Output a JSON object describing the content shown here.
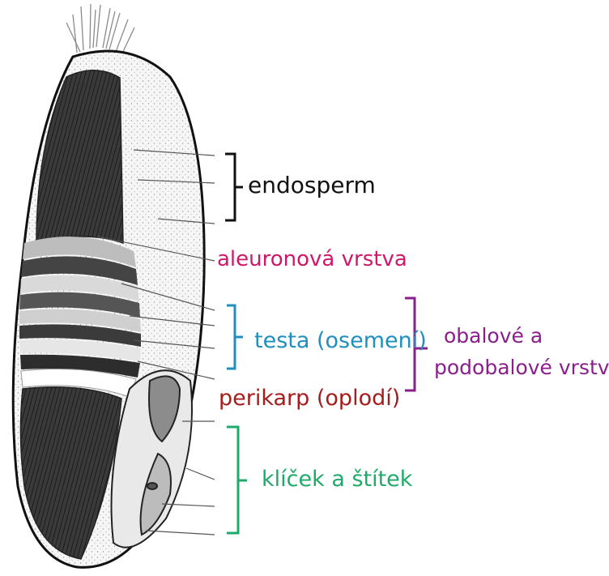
{
  "labels": {
    "endosperm": "endosperm",
    "aleuron": "aleuronová vrstva",
    "testa": "testa (osemení)",
    "perikarp": "perikarp (oplodí)",
    "klicek": "klíček a štítek",
    "obal_line1": "obalové a",
    "obal_line2": "podobalové vrstvy"
  },
  "colors": {
    "endosperm": "#111111",
    "aleuron": "#d0186a",
    "testa": "#1f8fbf",
    "perikarp": "#a51c1c",
    "klicek": "#1faa6a",
    "obal": "#8a1f8c"
  }
}
